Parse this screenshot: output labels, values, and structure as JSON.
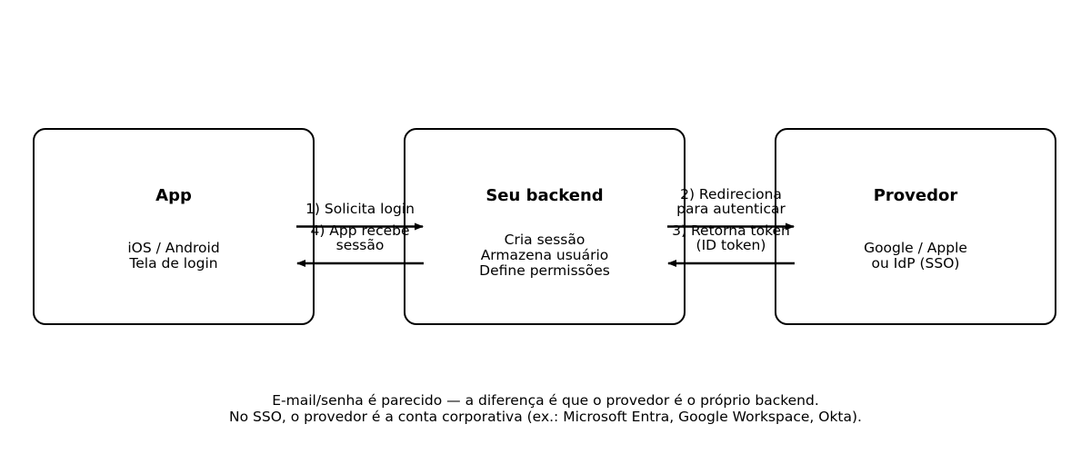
{
  "nodes": {
    "app": {
      "title": "App",
      "lines": [
        "iOS / Android",
        "Tela de login"
      ]
    },
    "backend": {
      "title": "Seu backend",
      "lines": [
        "Cria sessão",
        "Armazena usuário",
        "Define permissões"
      ]
    },
    "provider": {
      "title": "Provedor",
      "lines": [
        "Google / Apple",
        "ou IdP (SSO)"
      ]
    }
  },
  "edges": {
    "step1": {
      "lines": [
        "1) Solicita login"
      ]
    },
    "step2": {
      "lines": [
        "2) Redireciona",
        "para autenticar"
      ]
    },
    "step3": {
      "lines": [
        "3) Retorna token",
        "(ID token)"
      ]
    },
    "step4": {
      "lines": [
        "4) App recebe",
        "sessão"
      ]
    }
  },
  "footer": {
    "lines": [
      "E-mail/senha é parecido — a diferença é que o provedor é o próprio backend.",
      "No SSO, o provedor é a conta corporativa (ex.: Microsoft Entra, Google Workspace, Okta)."
    ]
  }
}
